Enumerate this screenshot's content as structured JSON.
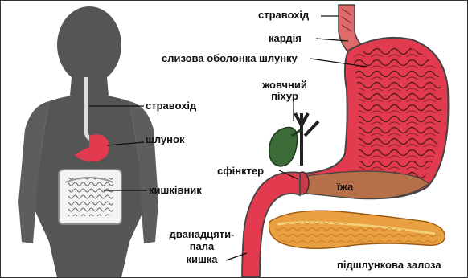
{
  "figure": {
    "left_panel": {
      "labels": {
        "esophagus": "стравохід",
        "stomach": "шлунок",
        "intestine": "кишківник"
      }
    },
    "right_panel": {
      "labels": {
        "esophagus": "стравохід",
        "cardia": "кардія",
        "mucosa": "слизова оболонка шлунку",
        "gallbladder_line1": "жовчний",
        "gallbladder_line2": "піхур",
        "sphincter": "сфінктер",
        "food": "їжа",
        "duodenum_line1": "дванадцяти-",
        "duodenum_line2": "пала",
        "duodenum_line3": "кишка",
        "pancreas": "підшлункова залоза"
      }
    },
    "colors": {
      "body_silhouette": "#555555",
      "stomach_red": "#e23a4e",
      "mucosa_fold": "#5a1a1a",
      "gallbladder_green": "#3d6b38",
      "pancreas_orange": "#e9a040",
      "food_brown": "#b5704a"
    }
  }
}
